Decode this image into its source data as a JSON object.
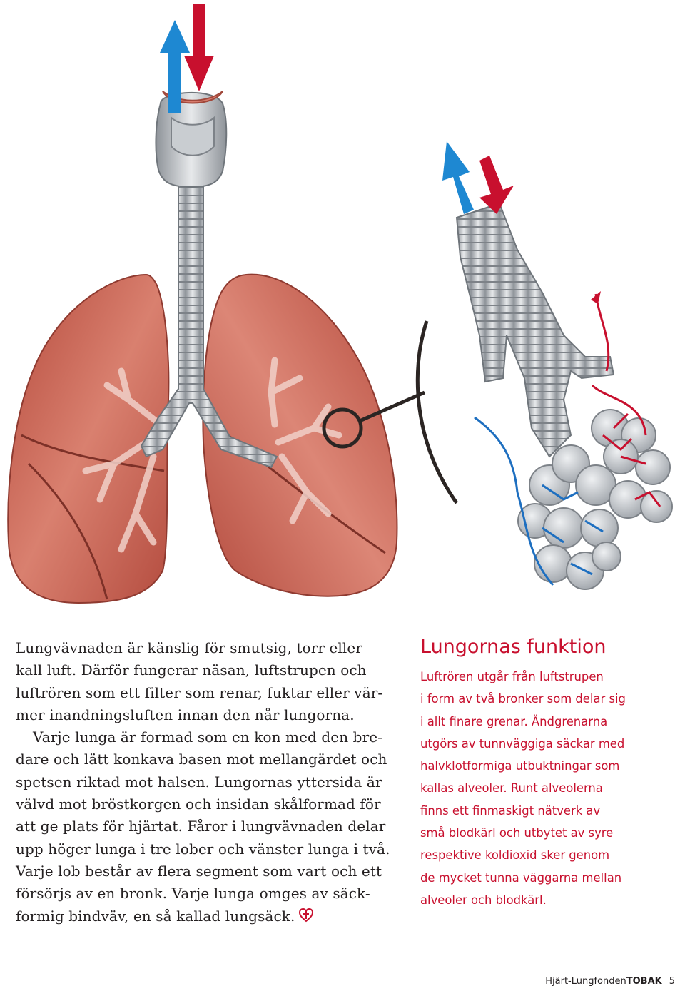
{
  "body_text": {
    "lines": [
      "Lungvävnaden är känslig för smutsig, torr eller",
      "kall luft. Därför fungerar näsan, luftstrupen och",
      "luftrören som ett filter som renar, fuktar eller vär-",
      "mer inandningsluften innan den når lungorna.",
      "Varje lunga är formad som en kon med den bre-",
      "dare och lätt konkava basen mot mellangärdet och",
      "spetsen riktad mot halsen. Lungornas yttersida är",
      "välvd mot bröstkorgen och insidan skålformad för",
      "att ge plats för hjärtat. Fåror i lungvävnaden delar",
      "upp höger lunga i tre lober och vänster lunga i två.",
      "Varje lob består av flera segment som vart och ett",
      "försörjs av en bronk. Varje lunga omges av säck-",
      "formig bindväv, en så kallad lungsäck."
    ]
  },
  "sidebar": {
    "title": "Lungornas funktion",
    "lines": [
      "Luftrören utgår från luftstrupen",
      "i form av två bronker som delar sig",
      "i allt finare grenar. Ändgrenarna",
      "utgörs av tunnväggiga säckar med",
      "halvklotformiga utbuktningar som",
      "kallas alveoler. Runt alveolerna",
      "finns ett finmaskigt nätverk av",
      "små blodkärl och utbytet av syre",
      "respektive koldioxid sker genom",
      "de mycket tunna väggarna mellan",
      "alveoler och blodkärl."
    ]
  },
  "footer": {
    "publisher": "Hjärt-Lungfonden",
    "publication": "TOBAK",
    "page_number": "5"
  },
  "colors": {
    "accent_red": "#c8102e",
    "arrow_blue": "#1e88d2",
    "lung_red": "#c8584a",
    "airway_grey": "#b9bdc2"
  }
}
